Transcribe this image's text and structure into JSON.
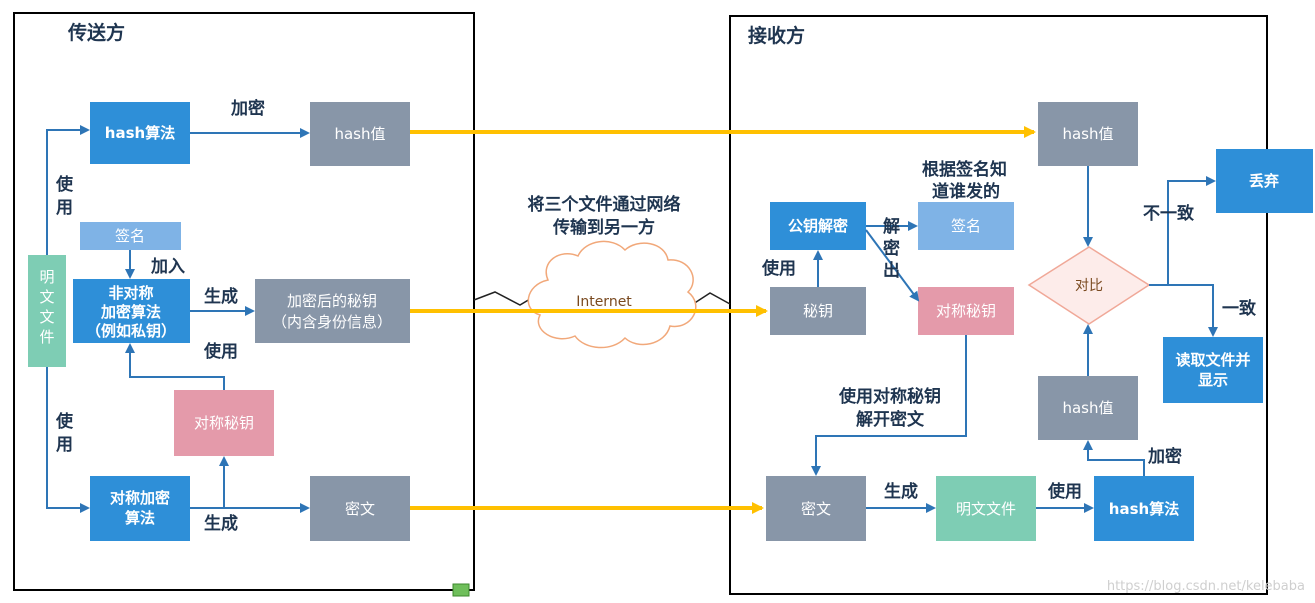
{
  "sender": {
    "title": "传送方",
    "plain_file": "明文文件",
    "hash_algo": "hash算法",
    "hash_value": "hash值",
    "signature": "签名",
    "asym_algo": [
      "非对称",
      "加密算法",
      "（例如私钥）"
    ],
    "encrypted_key": [
      "加密后的秘钥",
      "（内含身份信息）"
    ],
    "sym_key": "对称秘钥",
    "sym_algo": [
      "对称加密",
      "算法"
    ],
    "ciphertext": "密文",
    "labels": {
      "use_top": [
        "使",
        "用"
      ],
      "use_bottom": [
        "使",
        "用"
      ],
      "encrypt": "加密",
      "join": "加入",
      "generate_1": "生成",
      "use_mid": "使用",
      "generate_2": "生成"
    }
  },
  "transfer": {
    "label": [
      "将三个文件通过网络",
      "传输到另一方"
    ],
    "cloud": "Internet"
  },
  "receiver": {
    "title": "接收方",
    "hash_value_top": "hash值",
    "pubkey_decrypt": "公钥解密",
    "know_signer": [
      "根据签名知",
      "道谁发的"
    ],
    "signature": "签名",
    "secret_key": "秘钥",
    "sym_key": "对称秘钥",
    "compare": "对比",
    "discard": "丢弃",
    "read_show": [
      "读取文件并",
      "显示"
    ],
    "hash_value_bottom": "hash值",
    "ciphertext": "密文",
    "plain_file": "明文文件",
    "hash_algo": "hash算法",
    "labels": {
      "use_pub": "使用",
      "decrypt_out": [
        "解",
        "密",
        "出"
      ],
      "use_sym_open": [
        "使用对称秘钥",
        "解开密文"
      ],
      "mismatch": "不一致",
      "match": "一致",
      "generate": "生成",
      "use_hash": "使用",
      "encrypt": "加密"
    }
  },
  "watermark": "https://blog.csdn.net/kelebaba",
  "colors": {
    "blue": "#2e8fd8",
    "slate": "#8896a8",
    "light_blue": "#7fb3e6",
    "pink": "#e49aaa",
    "teal": "#7ecdb4",
    "arrow_blue": "#2e75b6",
    "arrow_gold": "#ffc000",
    "diamond_fill": "#fdecea",
    "diamond_stroke": "#f0a898"
  }
}
